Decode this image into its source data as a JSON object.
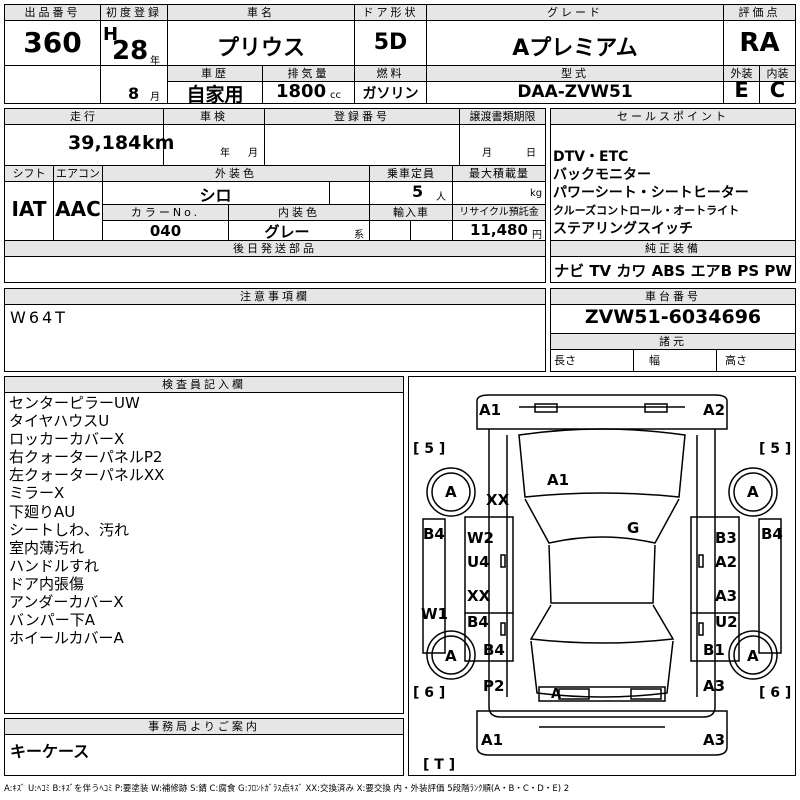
{
  "top": {
    "labels": {
      "lot": "出品番号",
      "first_reg": "初度登録",
      "car_name": "車名",
      "door": "ドア形状",
      "grade": "グレード",
      "score": "評価点",
      "history": "車歴",
      "displacement": "排気量",
      "fuel": "燃料",
      "model": "型式",
      "exterior": "外装",
      "interior": "内装",
      "year_unit": "年",
      "month_unit": "月",
      "cc_unit": "cc"
    },
    "lot": "360",
    "era": "H",
    "year": "28",
    "month": "8",
    "car_name": "プリウス",
    "door": "5D",
    "grade": "Aプレミアム",
    "score": "RA",
    "history": "自家用",
    "displacement": "1800",
    "fuel": "ガソリン",
    "model": "DAA-ZVW51",
    "exterior": "E",
    "interior": "C"
  },
  "mid": {
    "labels": {
      "mileage": "走行",
      "inspection": "車検",
      "reg_no": "登録番号",
      "transfer": "譲渡書類期限",
      "year_unit": "年",
      "month_unit": "月",
      "day_unit": "日",
      "shift": "シフト",
      "aircon": "エアコン",
      "ext_color": "外装色",
      "capacity": "乗車定員",
      "max_load": "最大積載量",
      "color_no": "カラーNo.",
      "int_color": "内装色",
      "import": "輸入車",
      "recycle": "リサイクル預託金",
      "person_unit": "人",
      "kg_unit": "kg",
      "yen_unit": "円",
      "series_unit": "系",
      "later_parts": "後日発送部品"
    },
    "mileage": "39,184",
    "mileage_unit": "km",
    "shift": "IAT",
    "aircon": "AAC",
    "ext_color": "シロ",
    "capacity": "5",
    "color_no": "040",
    "int_color": "グレー",
    "recycle": "11,480"
  },
  "sales": {
    "header": "セールスポイント",
    "points": [
      "DTV・ETC",
      "バックモニター",
      "パワーシート・シートヒーター",
      "クルーズコントロール・オートライト",
      "ステアリングスイッチ"
    ],
    "equip_header": "純正装備",
    "equipment": "ナビ TV カワ ABS エアB PS PW"
  },
  "notes": {
    "header": "注意事項欄",
    "text": "W64T"
  },
  "chassis": {
    "header": "車台番号",
    "number": "ZVW51-6034696",
    "spec_header": "諸元",
    "length": "長さ",
    "width": "幅",
    "height": "高さ"
  },
  "inspector": {
    "header": "検査員記入欄",
    "lines": [
      "センターピラーUW",
      "タイヤハウスU",
      "ロッカーカバーX",
      "右クォーターパネルP2",
      "左クォーターパネルXX",
      "ミラーX",
      "下廻りAU",
      "シートしわ、汚れ",
      "室内薄汚れ",
      "ハンドルすれ",
      "ドア内張傷",
      "アンダーカバーX",
      "バンパー下A",
      "ホイールカバーA"
    ]
  },
  "office": {
    "header": "事務局よりご案内",
    "text": "キーケース"
  },
  "diagram": {
    "brackets": {
      "left_top": "[ 5 ]",
      "right_top": "[ 5 ]",
      "left_bottom": "[ 6 ]",
      "right_bottom": "[ 6 ]",
      "rear": "[ T ]"
    },
    "marks": {
      "front_left": "A1",
      "front_right": "A2",
      "hood": "A1",
      "hood_side": "XX",
      "roof": "G",
      "tire_fl": "A",
      "tire_fr": "A",
      "tire_rl": "A",
      "tire_rr": "A",
      "pillar_left": "B4",
      "pillar_right": "B4",
      "door_fl_1": "W2",
      "door_fl_2": "U4",
      "door_fr_1": "B3",
      "door_fr_2": "A2",
      "door_rl_1": "XX",
      "door_rl_2": "B4",
      "door_rr_1": "A3",
      "door_rr_2": "U2",
      "rocker_left": "W1",
      "qtr_left_1": "B4",
      "qtr_left_2": "P2",
      "qtr_right_1": "B1",
      "qtr_right_2": "A3",
      "trunk": "A",
      "rear_left": "A1",
      "rear_right": "A3"
    }
  },
  "legend": "A:ｷｽﾞ U:ﾍｺﾐ B:ｷｽﾞを伴うﾍｺﾐ P:要塗装 W:補修跡 S:錆 C:腐食 G:ﾌﾛﾝﾄｶﾞﾗｽ点ｷｽﾞ XX:交換済み X:要交換 内・外装評価 5段階ﾗﾝｸ順(A・B・C・D・E) 2"
}
